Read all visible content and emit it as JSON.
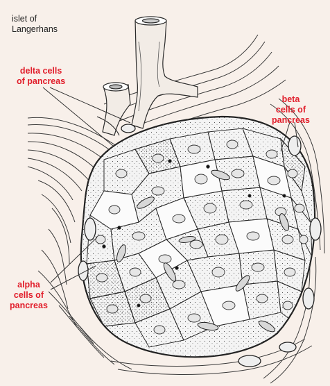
{
  "title_label": [
    "islet of",
    "Langerhans"
  ],
  "labels": {
    "delta": [
      "delta cells",
      "of pancreas"
    ],
    "beta": [
      "beta",
      "cells of",
      "pancreas"
    ],
    "alpha": [
      "alpha",
      "cells of",
      "pancreas"
    ]
  },
  "colors": {
    "background": "#f8f0ea",
    "label_red": "#e11d2a",
    "ink": "#2a2a2a",
    "cell_fill": "#eeeeee"
  }
}
